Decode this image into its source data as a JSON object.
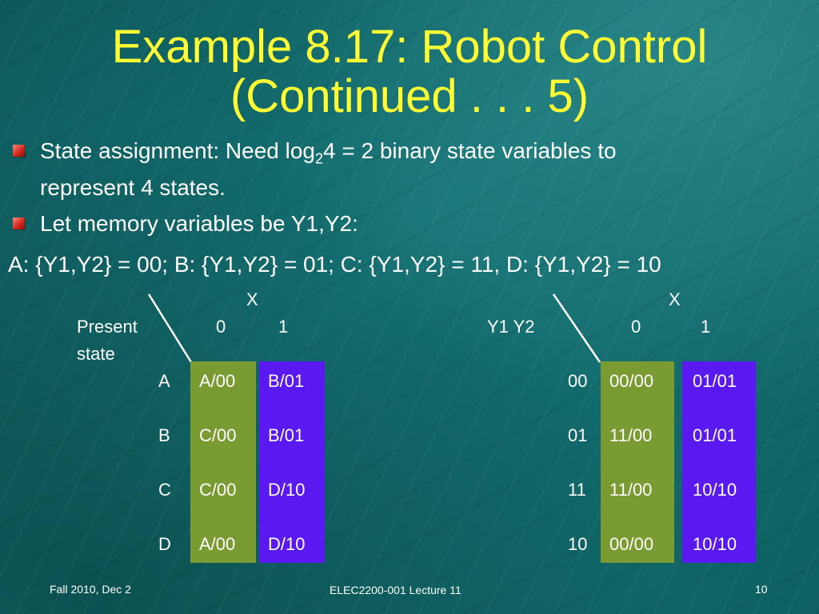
{
  "slide": {
    "title_line1": "Example 8.17: Robot Control",
    "title_line2": "(Continued . . . 5)",
    "bullets": [
      {
        "pre": "State assignment: Need log",
        "sub": "2",
        "post": "4 = 2 binary state variables to",
        "line2": "represent 4 states."
      },
      {
        "text": "Let memory variables be Y1,Y2:"
      }
    ],
    "assignment_line": "A: {Y1,Y2} = 00; B: {Y1,Y2} = 01; C: {Y1,Y2} = 11, D: {Y1,Y2} = 10"
  },
  "left_table": {
    "x_label": "X",
    "row_header_line1": "Present",
    "row_header_line2": "state",
    "columns": [
      "0",
      "1"
    ],
    "rows": [
      {
        "label": "A",
        "c0": "A/00",
        "c1": "B/01"
      },
      {
        "label": "B",
        "c0": "C/00",
        "c1": "B/01"
      },
      {
        "label": "C",
        "c0": "C/00",
        "c1": "D/10"
      },
      {
        "label": "D",
        "c0": "A/00",
        "c1": "D/10"
      }
    ]
  },
  "right_table": {
    "x_label": "X",
    "row_header": "Y1 Y2",
    "columns": [
      "0",
      "1"
    ],
    "rows": [
      {
        "label": "00",
        "c0": "00/00",
        "c1": "01/01"
      },
      {
        "label": "01",
        "c0": "11/00",
        "c1": "01/01"
      },
      {
        "label": "11",
        "c0": "11/00",
        "c1": "10/10"
      },
      {
        "label": "10",
        "c0": "00/00",
        "c1": "10/10"
      }
    ]
  },
  "footer": {
    "left": "Fall 2010, Dec 2",
    "center": "ELEC2200-001 Lecture 11",
    "page": "10"
  },
  "colors": {
    "title": "#ffff33",
    "next_state_zero_column": "#7a9a32",
    "next_state_one_column": "#5a19f0",
    "bullet": "#d42a1e"
  }
}
